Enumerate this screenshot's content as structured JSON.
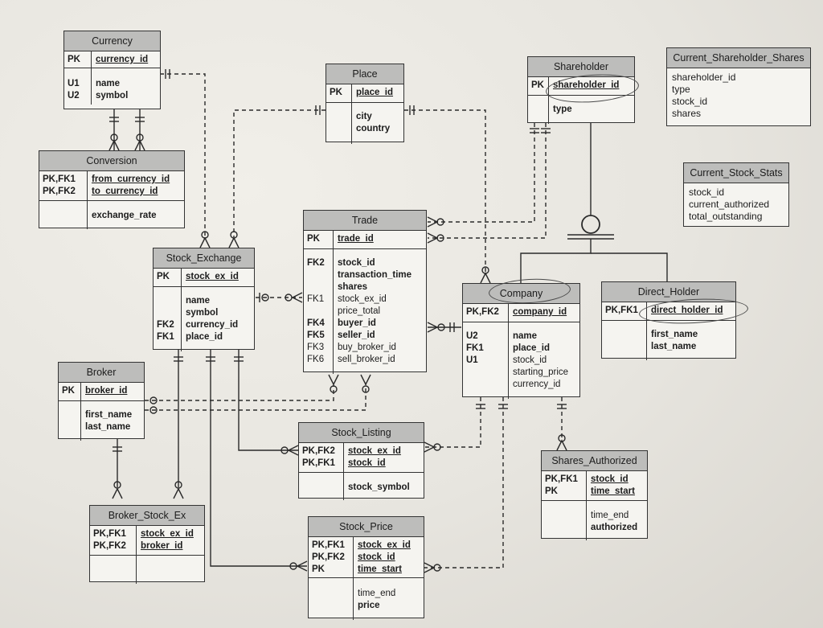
{
  "entities": {
    "currency": {
      "title": "Currency",
      "keys": [
        "PK",
        "",
        "U1",
        "U2"
      ],
      "cols": [
        "currency_id",
        "",
        "name",
        "symbol"
      ]
    },
    "conversion": {
      "title": "Conversion",
      "keys": [
        "PK,FK1",
        "PK,FK2",
        "",
        ""
      ],
      "cols": [
        "from_currency_id",
        "to_currency_id",
        "",
        "exchange_rate"
      ]
    },
    "place": {
      "title": "Place",
      "keys": [
        "PK",
        "",
        "",
        ""
      ],
      "cols": [
        "place_id",
        "",
        "city",
        "country"
      ]
    },
    "shareholder": {
      "title": "Shareholder",
      "keys": [
        "PK",
        "",
        ""
      ],
      "cols": [
        "shareholder_id",
        "",
        "type"
      ]
    },
    "trade": {
      "title": "Trade",
      "keys": [
        "PK",
        "",
        "FK2",
        "",
        "",
        "FK1",
        "",
        "FK4",
        "FK5",
        "FK3",
        "FK6"
      ],
      "cols": [
        "trade_id",
        "",
        "stock_id",
        "transaction_time",
        "shares",
        "stock_ex_id",
        "price_total",
        "buyer_id",
        "seller_id",
        "buy_broker_id",
        "sell_broker_id"
      ]
    },
    "stock_exchange": {
      "title": "Stock_Exchange",
      "keys": [
        "PK",
        "",
        "",
        "",
        "FK2",
        "FK1"
      ],
      "cols": [
        "stock_ex_id",
        "",
        "name",
        "symbol",
        "currency_id",
        "place_id"
      ]
    },
    "company": {
      "title": "Company",
      "keys": [
        "PK,FK2",
        "",
        "U2",
        "FK1",
        "U1",
        "",
        ""
      ],
      "cols": [
        "company_id",
        "",
        "name",
        "place_id",
        "stock_id",
        "starting_price",
        "currency_id"
      ]
    },
    "direct_holder": {
      "title": "Direct_Holder",
      "keys": [
        "PK,FK1",
        "",
        "",
        ""
      ],
      "cols": [
        "direct_holder_id",
        "",
        "first_name",
        "last_name"
      ]
    },
    "broker": {
      "title": "Broker",
      "keys": [
        "PK",
        "",
        "",
        ""
      ],
      "cols": [
        "broker_id",
        "",
        "first_name",
        "last_name"
      ]
    },
    "stock_listing": {
      "title": "Stock_Listing",
      "keys": [
        "PK,FK2",
        "PK,FK1",
        "",
        ""
      ],
      "cols": [
        "stock_ex_id",
        "stock_id",
        "",
        "stock_symbol"
      ]
    },
    "shares_authorized": {
      "title": "Shares_Authorized",
      "keys": [
        "PK,FK1",
        "PK",
        "",
        "",
        ""
      ],
      "cols": [
        "stock_id",
        "time_start",
        "",
        "time_end",
        "authorized"
      ]
    },
    "broker_stock_ex": {
      "title": "Broker_Stock_Ex",
      "keys": [
        "PK,FK1",
        "PK,FK2"
      ],
      "cols": [
        "stock_ex_id",
        "broker_id"
      ]
    },
    "stock_price": {
      "title": "Stock_Price",
      "keys": [
        "PK,FK1",
        "PK,FK2",
        "PK",
        "",
        "",
        ""
      ],
      "cols": [
        "stock_ex_id",
        "stock_id",
        "time_start",
        "",
        "time_end",
        "price"
      ]
    }
  },
  "views": {
    "current_shareholder_shares": {
      "title": "Current_Shareholder_Shares",
      "cols": [
        "shareholder_id",
        "type",
        "stock_id",
        "shares"
      ]
    },
    "current_stock_stats": {
      "title": "Current_Stock_Stats",
      "cols": [
        "stock_id",
        "current_authorized",
        "total_outstanding"
      ]
    }
  }
}
